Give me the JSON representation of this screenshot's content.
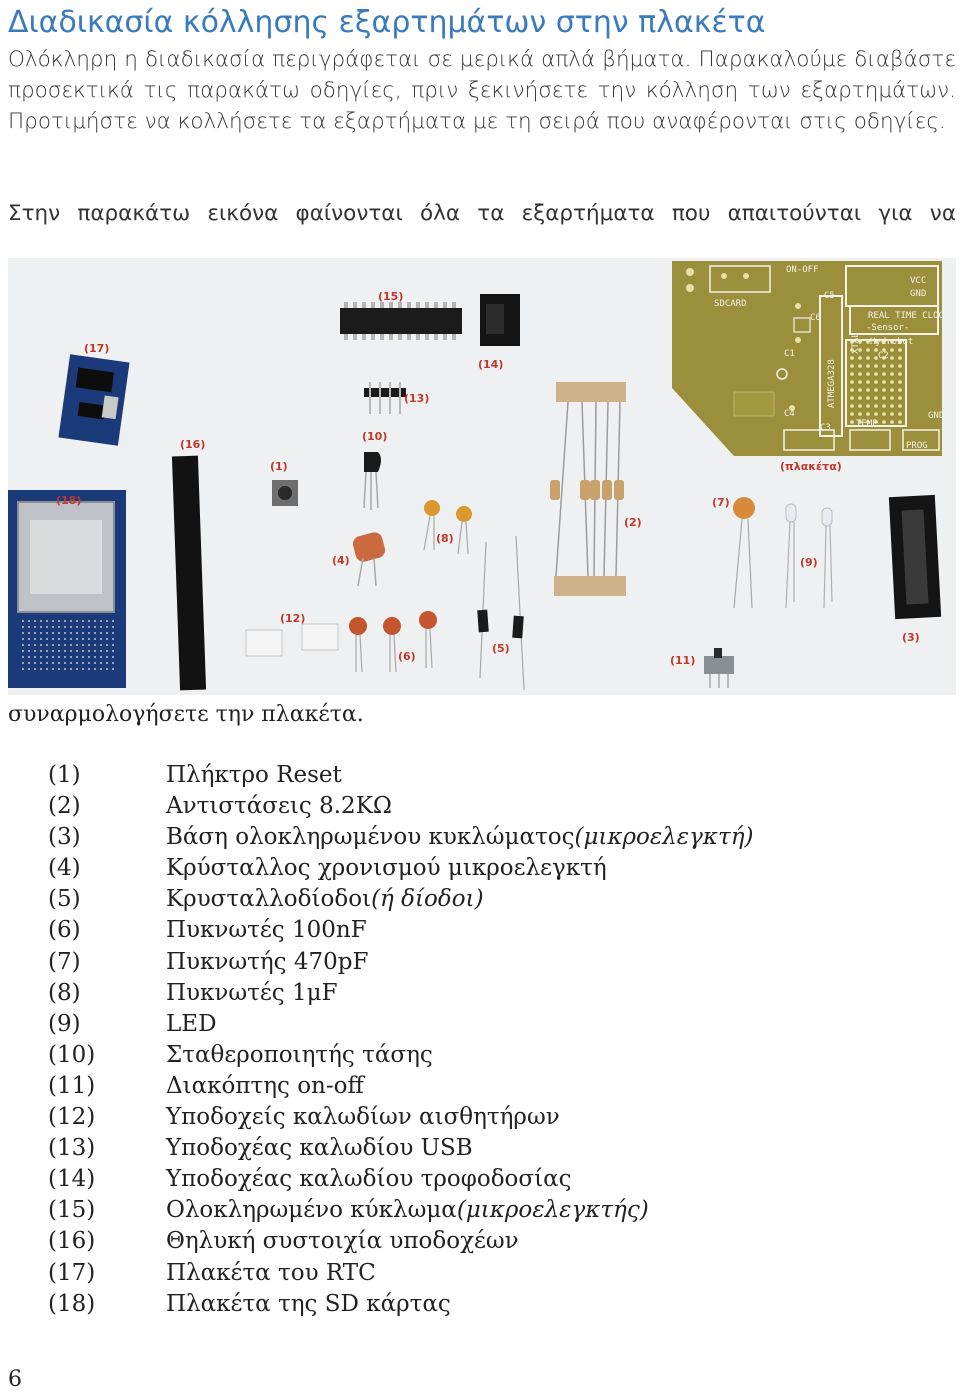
{
  "heading": "Διαδικασία κόλλησης εξαρτημάτων στην πλακέτα",
  "intro": "Ολόκληρη η διαδικασία περιγράφεται σε μερικά απλά βήματα. Παρακαλούμε διαβάστε προσεκτικά τις παρακάτω οδηγίες, πριν ξεκινήσετε την κόλληση των εξαρτημάτων. Προτιμήστε να κολλήσετε τα εξαρτήματα με τη σειρά που αναφέρονται στις οδηγίες.",
  "photo_intro": "Στην παρακάτω εικόνα φαίνονται όλα τα εξαρτήματα που απαιτούνται για να",
  "photo_caption": "συναρμολογήσετε την πλακέτα.",
  "photo_labels": {
    "l1": "(1)",
    "l2": "(2)",
    "l3": "(3)",
    "l4": "(4)",
    "l5": "(5)",
    "l6": "(6)",
    "l7": "(7)",
    "l8": "(8)",
    "l9": "(9)",
    "l10": "(10)",
    "l11": "(11)",
    "l12": "(12)",
    "l13": "(13)",
    "l14": "(14)",
    "l15": "(15)",
    "l16": "(16)",
    "l17": "(17)",
    "l18": "(18)",
    "board": "(πλακέτα)"
  },
  "board_silkscreen": {
    "on_off": "ON-OFF",
    "vcc": "VCC",
    "gnd": "GND",
    "real_time_clock": "REAL TIME CLOCK",
    "sdcard": "SDCARD",
    "sensor": "-Sensor-",
    "hydrobot": "Hydrobot",
    "atmega": "ATMEGA328",
    "xtal": "XTAL",
    "temp": "TEMP",
    "prog": "PROG",
    "c1": "C1",
    "c2": "C2",
    "c3": "C3",
    "c4": "C4",
    "c5": "C5",
    "c6": "C6"
  },
  "parts": [
    {
      "num": "(1)",
      "name": "Πλήκτρο Reset",
      "note": ""
    },
    {
      "num": "(2)",
      "name": "Αντιστάσεις 8.2ΚΩ",
      "note": ""
    },
    {
      "num": "(3)",
      "name": "Βάση ολοκληρωμένου κυκλώματος ",
      "note": "(μικροελεγκτή)"
    },
    {
      "num": "(4)",
      "name": "Κρύσταλλος χρονισμού μικροελεγκτή",
      "note": ""
    },
    {
      "num": "(5)",
      "name": "Κρυσταλλοδίοδοι ",
      "note": "(ή δίοδοι)"
    },
    {
      "num": "(6)",
      "name": "Πυκνωτές 100nF",
      "note": ""
    },
    {
      "num": "(7)",
      "name": "Πυκνωτής 470pF",
      "note": ""
    },
    {
      "num": "(8)",
      "name": "Πυκνωτές 1μF",
      "note": ""
    },
    {
      "num": "(9)",
      "name": "LED",
      "note": ""
    },
    {
      "num": "(10)",
      "name": "Σταθεροποιητής τάσης",
      "note": ""
    },
    {
      "num": "(11)",
      "name": "Διακόπτης on-off",
      "note": ""
    },
    {
      "num": "(12)",
      "name": "Υποδοχείς καλωδίων αισθητήρων",
      "note": ""
    },
    {
      "num": "(13)",
      "name": "Υποδοχέας καλωδίου USB",
      "note": ""
    },
    {
      "num": "(14)",
      "name": "Υποδοχέας καλωδίου τροφοδοσίας",
      "note": ""
    },
    {
      "num": "(15)",
      "name": "Ολοκληρωμένο κύκλωμα ",
      "note": "(μικροελεγκτής)"
    },
    {
      "num": "(16)",
      "name": "Θηλυκή συστοιχία υποδοχέων",
      "note": ""
    },
    {
      "num": "(17)",
      "name": "Πλακέτα του RTC",
      "note": ""
    },
    {
      "num": "(18)",
      "name": "Πλακέτα της SD κάρτας",
      "note": ""
    }
  ],
  "page_number": "6",
  "colors": {
    "heading": "#3a7abf",
    "photo_label": "#c0392b",
    "pcb": "#9c8f3c",
    "pcb_silk": "#f4f1e6",
    "module_blue": "#1a3a7a"
  }
}
